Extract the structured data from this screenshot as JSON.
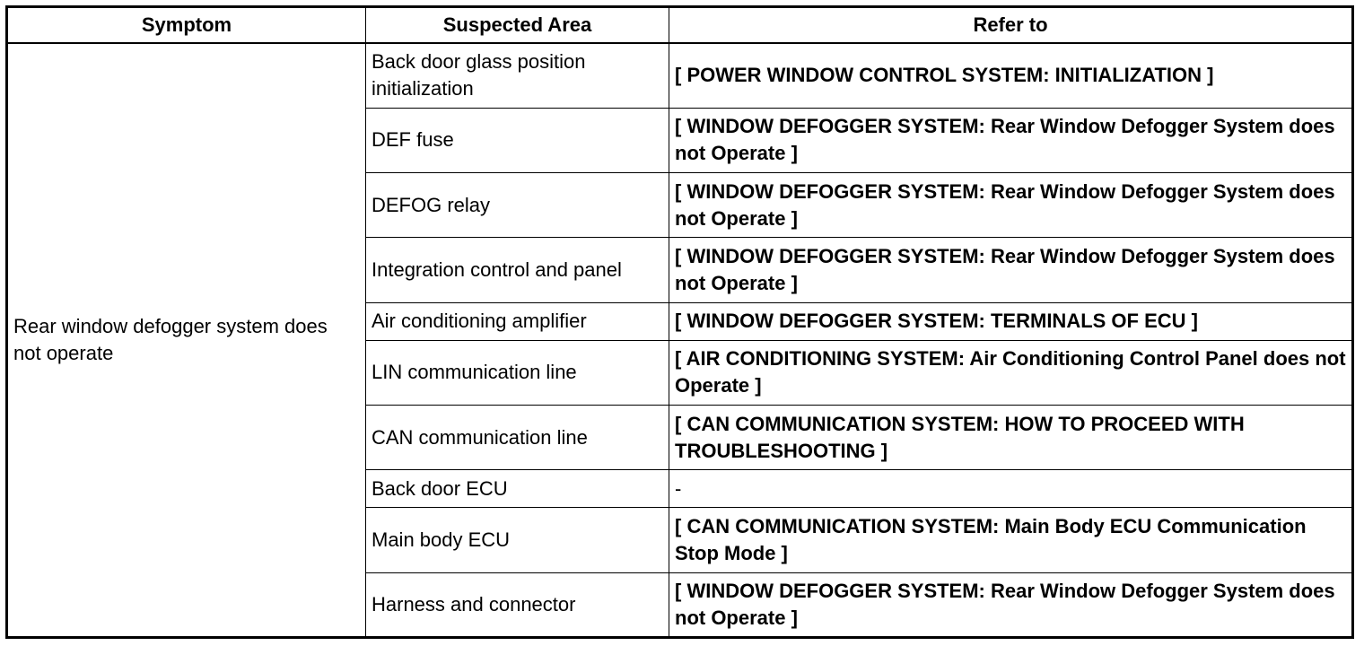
{
  "headers": {
    "symptom": "Symptom",
    "suspected_area": "Suspected Area",
    "refer_to": "Refer to"
  },
  "symptom": "Rear window defogger system does not operate",
  "rows": [
    {
      "area": "Back door glass position initialization",
      "ref": "[ POWER WINDOW CONTROL SYSTEM: INITIALIZATION ]"
    },
    {
      "area": "DEF fuse",
      "ref": "[ WINDOW DEFOGGER SYSTEM: Rear Window Defogger System does not Operate ]"
    },
    {
      "area": "DEFOG relay",
      "ref": "[ WINDOW DEFOGGER SYSTEM: Rear Window Defogger System does not Operate ]"
    },
    {
      "area": "Integration control and panel",
      "ref": "[ WINDOW DEFOGGER SYSTEM: Rear Window Defogger System does not Operate ]"
    },
    {
      "area": "Air conditioning amplifier",
      "ref": "[ WINDOW DEFOGGER SYSTEM: TERMINALS OF ECU ]"
    },
    {
      "area": "LIN communication line",
      "ref": "[ AIR CONDITIONING SYSTEM: Air Conditioning Control Panel does not Operate ]"
    },
    {
      "area": "CAN communication line",
      "ref": "[ CAN COMMUNICATION SYSTEM: HOW TO PROCEED WITH TROUBLESHOOTING ]"
    },
    {
      "area": "Back door ECU",
      "ref": "-"
    },
    {
      "area": "Main body ECU",
      "ref": "[ CAN COMMUNICATION SYSTEM: Main Body ECU Communication Stop Mode ]"
    },
    {
      "area": "Harness and connector",
      "ref": "[ WINDOW DEFOGGER SYSTEM: Rear Window Defogger System does not Operate ]"
    }
  ]
}
